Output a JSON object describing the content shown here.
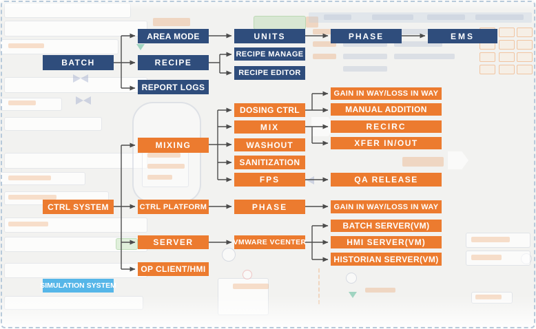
{
  "diagram": {
    "description": "Batch control system hierarchy flowchart",
    "colors": {
      "navy": "#2f4d7c",
      "orange": "#ec7b2f",
      "light_blue": "#56b6e8",
      "arrow": "#4c4c4c"
    },
    "nodes": {
      "batch": {
        "label": "BATCH"
      },
      "area_mode": {
        "label": "AREA MODE"
      },
      "recipe": {
        "label": "RECIPE"
      },
      "report_logs": {
        "label": "REPORT LOGS"
      },
      "units": {
        "label": "UNITS"
      },
      "phase_batch": {
        "label": "PHASE"
      },
      "ems": {
        "label": "EMS"
      },
      "recipe_manage": {
        "label": "RECIPE MANAGE"
      },
      "recipe_editor": {
        "label": "RECIPE EDITOR"
      },
      "ctrl_system": {
        "label": "CTRL SYSTEM"
      },
      "mixing": {
        "label": "MIXING"
      },
      "dosing_ctrl": {
        "label": "DOSING CTRL"
      },
      "mix": {
        "label": "MIX"
      },
      "washout": {
        "label": "WASHOUT"
      },
      "sanitization": {
        "label": "SANITIZATION"
      },
      "fps": {
        "label": "FPS"
      },
      "gain_in_way_1": {
        "label": "GAIN IN WAY/LOSS IN WAY"
      },
      "manual_addition": {
        "label": "MANUAL ADDITION"
      },
      "recirc": {
        "label": "RECIRC"
      },
      "xfer_in_out": {
        "label": "XFER IN/OUT"
      },
      "qa_release": {
        "label": "QA RELEASE"
      },
      "ctrl_platform": {
        "label": "CTRL PLATFORM"
      },
      "phase_ctrl": {
        "label": "PHASE"
      },
      "gain_in_way_2": {
        "label": "GAIN IN WAY/LOSS IN WAY"
      },
      "server": {
        "label": "SERVER"
      },
      "vmware_vcenter": {
        "label": "VMWARE VCENTER"
      },
      "batch_server_vm": {
        "label": "BATCH SERVER(VM)"
      },
      "hmi_server_vm": {
        "label": "HMI SERVER(VM)"
      },
      "historian_server_vm": {
        "label": "HISTORIAN SERVER(VM)"
      },
      "op_client_hmi": {
        "label": "OP CLIENT/HMI"
      },
      "simulation_system": {
        "label": "SIMULATION SYSTEM"
      }
    },
    "edges": [
      {
        "from": "batch",
        "to": "area_mode"
      },
      {
        "from": "batch",
        "to": "recipe"
      },
      {
        "from": "batch",
        "to": "report_logs"
      },
      {
        "from": "area_mode",
        "to": "units"
      },
      {
        "from": "units",
        "to": "phase_batch"
      },
      {
        "from": "phase_batch",
        "to": "ems"
      },
      {
        "from": "recipe",
        "to": "recipe_manage"
      },
      {
        "from": "recipe",
        "to": "recipe_editor"
      },
      {
        "from": "ctrl_system",
        "to": "mixing"
      },
      {
        "from": "ctrl_system",
        "to": "ctrl_platform"
      },
      {
        "from": "ctrl_system",
        "to": "server"
      },
      {
        "from": "ctrl_system",
        "to": "op_client_hmi"
      },
      {
        "from": "mixing",
        "to": "dosing_ctrl"
      },
      {
        "from": "mixing",
        "to": "mix"
      },
      {
        "from": "mixing",
        "to": "washout"
      },
      {
        "from": "mixing",
        "to": "sanitization"
      },
      {
        "from": "mixing",
        "to": "fps"
      },
      {
        "from": "dosing_ctrl",
        "to": "gain_in_way_1"
      },
      {
        "from": "dosing_ctrl",
        "to": "manual_addition"
      },
      {
        "from": "mix",
        "to": "recirc"
      },
      {
        "from": "mix",
        "to": "xfer_in_out"
      },
      {
        "from": "fps",
        "to": "qa_release"
      },
      {
        "from": "ctrl_platform",
        "to": "phase_ctrl"
      },
      {
        "from": "phase_ctrl",
        "to": "gain_in_way_2"
      },
      {
        "from": "server",
        "to": "vmware_vcenter"
      },
      {
        "from": "vmware_vcenter",
        "to": "batch_server_vm"
      },
      {
        "from": "vmware_vcenter",
        "to": "hmi_server_vm"
      },
      {
        "from": "vmware_vcenter",
        "to": "historian_server_vm"
      }
    ]
  }
}
